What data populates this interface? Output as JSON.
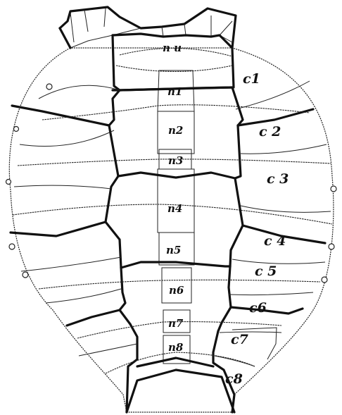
{
  "neural_labels": [
    "n u",
    "n1",
    "n2",
    "n3",
    "n4",
    "n5",
    "n6",
    "n7",
    "n8"
  ],
  "costal_labels": [
    "c1",
    "c 2",
    "c 3",
    "c 4",
    "c 5",
    "c6",
    "c7",
    "c8"
  ]
}
